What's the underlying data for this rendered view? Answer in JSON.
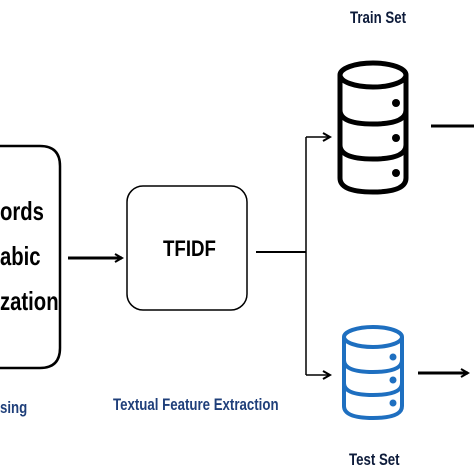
{
  "labels": {
    "train_set": "Train Set",
    "test_set": "Test Set",
    "textual_feature_extraction": "Textual Feature Extraction",
    "preprocessing_partial": "sing"
  },
  "boxes": {
    "left_partial_lines": [
      "ords",
      "abic",
      "zation"
    ],
    "tfidf": "TFIDF"
  },
  "colors": {
    "train_db": "#000000",
    "test_db": "#1e6fc0",
    "label_blue": "#1f3f7a"
  },
  "icons": [
    "database-icon",
    "database-icon"
  ]
}
